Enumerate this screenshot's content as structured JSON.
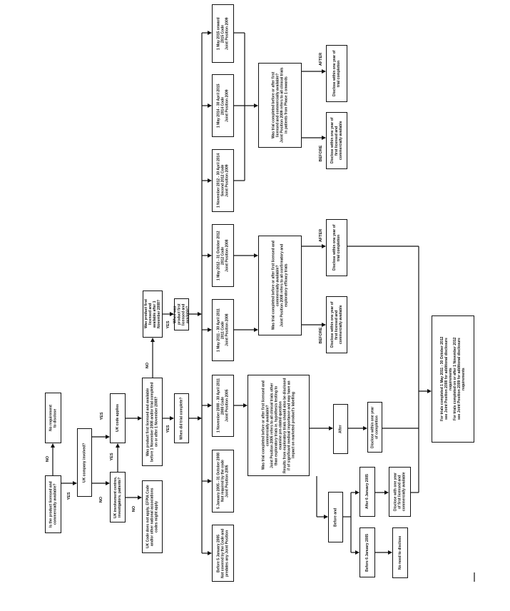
{
  "boxes": {
    "licensed": [
      "Is the product licensed and",
      "commercially available?"
    ],
    "no_req": [
      "No requirement",
      "to disclose"
    ],
    "uk_company": [
      "UK company involved?"
    ],
    "uk_involvement": [
      "UK involvement centres,",
      "investigators, patients?"
    ],
    "uk_applies": [
      "UK code applies"
    ],
    "uk_not_apply": [
      "UK Code does not apply, EFPIA Code",
      "and/or other national associations",
      "codes might apply"
    ],
    "was_before_2008": [
      "Was product first licensed and available",
      "before 1 November 2008 and/or trial completed",
      "on or after 1 November 2008?"
    ],
    "was_after_2008": [
      "Was product first licensed and",
      "available after 1 November 2008?"
    ],
    "when_trial": [
      "When did trial complete?"
    ],
    "when_licensed": [
      "When was product first",
      "licensed and available?"
    ],
    "p_before2005": [
      "Before 5 January 2005",
      "Not covered by the Code and",
      "predates any Joint Position"
    ],
    "p_2005": [
      "5 January 2005 - 31 October 2008",
      "Not required by the code",
      "Joint Position 2005"
    ],
    "p_2008": [
      "1 November 2008 - 30 April 2011",
      "2008 Code",
      "Joint Position 2005"
    ],
    "p_2011": [
      "1 May 2011 - 30 April 2011",
      "2011 Code",
      "Joint Position 2008"
    ],
    "p_2012": [
      "1 May 2012 - 31 October 2012",
      "2012 Code",
      "Joint Position 2008"
    ],
    "p_2012b": [
      "1 November 2012 - 30 April 2014",
      "Second 2012 Code",
      "Joint Position 2009"
    ],
    "p_2014": [
      "1 May 2014 - 30 April 2015",
      "2014 Code",
      "Joint Position 2009"
    ],
    "p_2015": [
      "1 May 2015 onward",
      "2015 Code",
      "Joint Position 2009"
    ],
    "q_2009": [
      "Was trial completed before or after first",
      "licensed and commercially available?",
      "Joint Position 2009 refers to all clinical trials",
      "in patients from Phase 1 onwards"
    ],
    "q_2008": [
      "Was trial completed before or after first licensed and",
      "commercially available?",
      "Joint Position 2008 refers to all confirmatory and",
      "exploratory efficacy trials"
    ],
    "q_2005": [
      "Was trial completed before or after first licensed and",
      "commercially available?",
      "Joint Position 2005 refers to all clinical trials other",
      "than exploratory trials ie. hypothesis testing to",
      "examine pre-stated question",
      "Results from exploratory trials should also be disclosed",
      "if of significant medical importance and may have an",
      "impact on marketed product's labelling"
    ],
    "o_2009_after": [
      "Disclose within one year of",
      "trial completion"
    ],
    "o_2009_before": [
      "Disclose within one year of",
      "first licensed and",
      "commercially available"
    ],
    "o_2008_after": [
      "Disclose within one year of",
      "trial completion"
    ],
    "o_2008_before": [
      "Disclose within one year of",
      "first licensed and",
      "commercially available"
    ],
    "after": [
      "After"
    ],
    "after_disclose": [
      "Disclose within one year",
      "of completion"
    ],
    "before_and": [
      "Before and"
    ],
    "after_6jan": [
      "After 6 January 2005"
    ],
    "before_6jan": [
      "Before 6 January 2005"
    ],
    "disclose_first": [
      "Disclose with one year",
      "of first licensed and",
      "commercially available"
    ],
    "no_need": [
      "No need to disclose"
    ],
    "final": [
      "For trials completed 1 May 2011 - 30 October 2012",
      "see Joint Position 2008 for additional disclosure",
      "requirements",
      "For trials completed on or after 1 November 2012",
      "see Joint Position 2009 for additional disclosure",
      "requirements"
    ]
  },
  "labels": {
    "no": "NO",
    "yes": "YES",
    "after": "AFTER",
    "before": "BEFORE"
  }
}
